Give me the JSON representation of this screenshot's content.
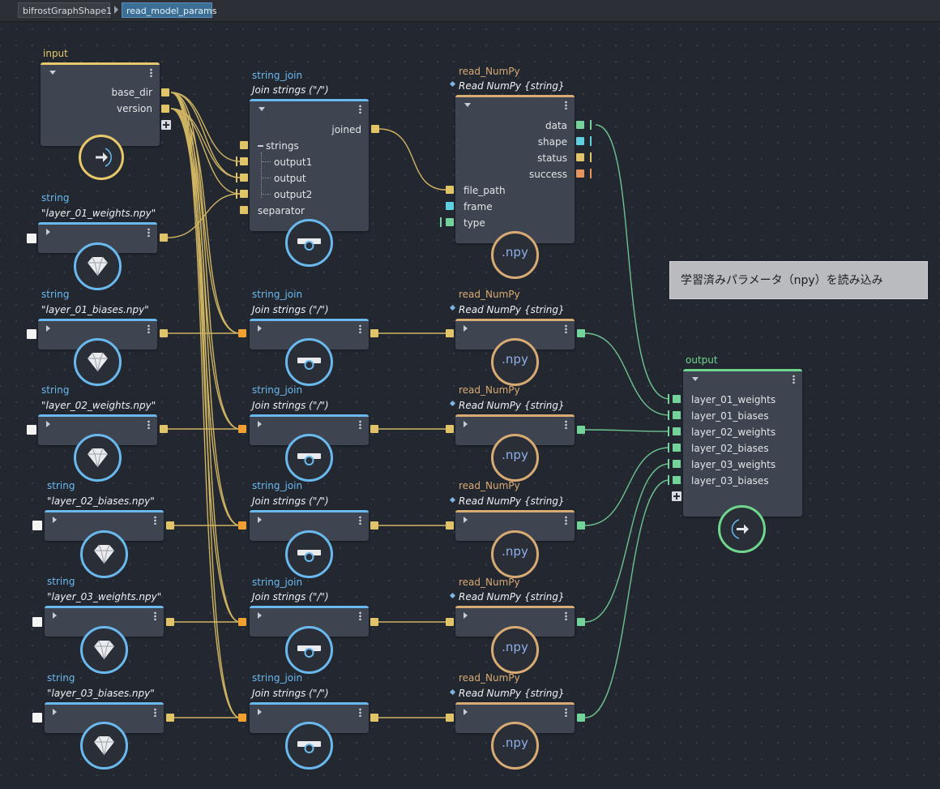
{
  "breadcrumb": {
    "root": "bifrostGraphShape1",
    "current": "read_model_params"
  },
  "comment": "学習済みパラメータ（npy）を読み込み",
  "input_node": {
    "title": "input",
    "ports": [
      "base_dir",
      "version"
    ]
  },
  "string_nodes": [
    {
      "type": "string",
      "value": "\"layer_01_weights.npy\""
    },
    {
      "type": "string",
      "value": "\"layer_01_biases.npy\""
    },
    {
      "type": "string",
      "value": "\"layer_02_weights.npy\""
    },
    {
      "type": "string",
      "value": "\"layer_02_biases.npy\""
    },
    {
      "type": "string",
      "value": "\"layer_03_weights.npy\""
    },
    {
      "type": "string",
      "value": "\"layer_03_biases.npy\""
    }
  ],
  "join_main": {
    "type": "string_join",
    "label": "Join strings (\"/\")",
    "out_port": "joined",
    "group": "strings",
    "sub_ports": [
      "output1",
      "output",
      "output2"
    ],
    "separator": "separator"
  },
  "join_label": {
    "type": "string_join",
    "label": "Join strings (\"/\")"
  },
  "read_main": {
    "type": "read_NumPy",
    "label": "Read NumPy {string}",
    "out_ports": [
      "data",
      "shape",
      "status",
      "success"
    ],
    "in_ports": [
      "file_path",
      "frame",
      "type"
    ],
    "icon_text": ".npy"
  },
  "read_label": {
    "type": "read_NumPy",
    "label": "Read NumPy {string}",
    "icon_text": ".npy"
  },
  "output_node": {
    "title": "output",
    "ports": [
      "layer_01_weights",
      "layer_01_biases",
      "layer_02_weights",
      "layer_02_biases",
      "layer_03_weights",
      "layer_03_biases"
    ]
  },
  "colors": {
    "background": "#232730",
    "string_accent": "#6ab9ee",
    "input_accent": "#e8c86a",
    "read_accent": "#d9ab74",
    "output_accent": "#6fd68e",
    "wire_string": "#e2c468",
    "wire_data": "#74d39a"
  }
}
